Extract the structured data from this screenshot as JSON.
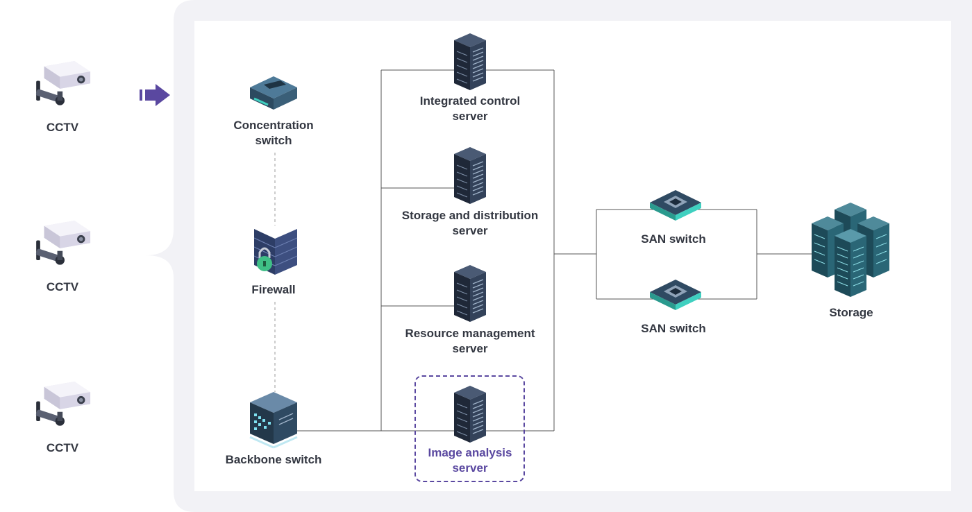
{
  "cameras": [
    {
      "label": "CCTV",
      "icon": "cctv-camera-icon"
    },
    {
      "label": "CCTV",
      "icon": "cctv-camera-icon"
    },
    {
      "label": "CCTV",
      "icon": "cctv-camera-icon"
    }
  ],
  "network": {
    "concentration_switch": "Concentration\nswitch",
    "firewall": "Firewall",
    "backbone_switch": "Backbone switch"
  },
  "servers": {
    "integrated_control": "Integrated control\nserver",
    "storage_distribution": "Storage and distribution\nserver",
    "resource_management": "Resource management\nserver",
    "image_analysis": "Image analysis\nserver"
  },
  "san": {
    "switch_a": "SAN switch",
    "switch_b": "SAN switch"
  },
  "storage": {
    "label": "Storage"
  },
  "colors": {
    "accent": "#5a48a0",
    "panel_bg": "#f2f2f6",
    "label_text": "#333741",
    "line": "#555555",
    "server_dark": "#2e3a4e",
    "switch_teal": "#3fd0c0"
  }
}
